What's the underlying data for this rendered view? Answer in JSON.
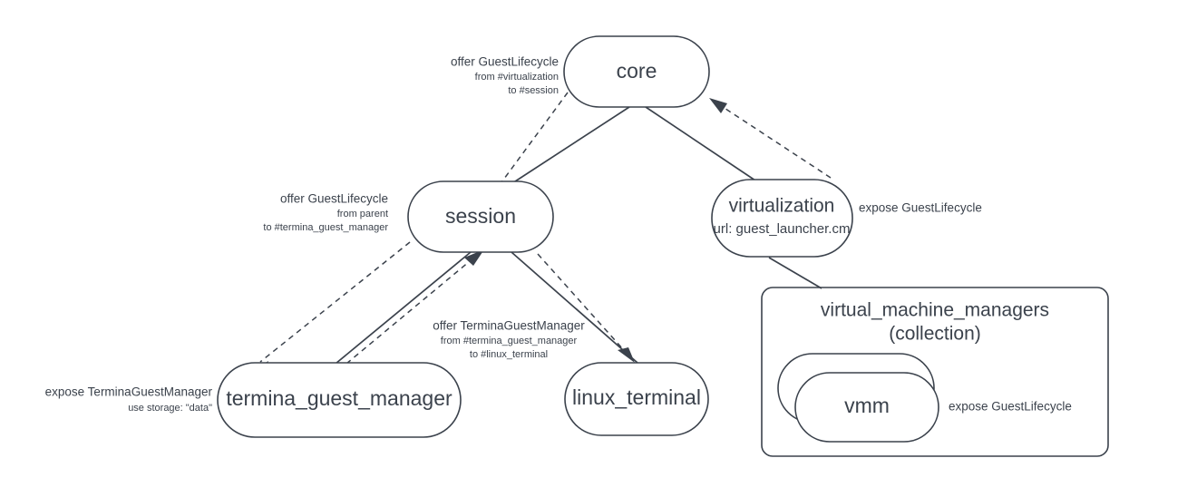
{
  "diagram": {
    "type": "component-topology",
    "title": "",
    "colors": {
      "stroke": "#3b424c",
      "text": "#3b424c",
      "background": "#ffffff"
    },
    "nodes": [
      {
        "id": "core",
        "label": "core",
        "sub": "",
        "shape": "stadium"
      },
      {
        "id": "session",
        "label": "session",
        "sub": "",
        "shape": "stadium"
      },
      {
        "id": "virtualization",
        "label": "virtualization",
        "sub": "url: guest_launcher.cm",
        "shape": "stadium"
      },
      {
        "id": "termina_guest_manager",
        "label": "termina_guest_manager",
        "sub": "",
        "shape": "stadium"
      },
      {
        "id": "linux_terminal",
        "label": "linux_terminal",
        "sub": "",
        "shape": "stadium"
      },
      {
        "id": "vmm",
        "label": "vmm",
        "sub": "",
        "shape": "stacked-stadium"
      }
    ],
    "groups": [
      {
        "id": "virtual_machine_managers",
        "label_line1": "virtual_machine_managers",
        "label_line2": "(collection)"
      }
    ],
    "edges": [
      {
        "from": "core",
        "to": "session",
        "style": "solid",
        "arrow": false
      },
      {
        "from": "core",
        "to": "virtualization",
        "style": "solid",
        "arrow": false
      },
      {
        "from": "session",
        "to": "termina_guest_manager",
        "style": "solid",
        "arrow": false
      },
      {
        "from": "session",
        "to": "linux_terminal",
        "style": "solid",
        "arrow": false
      },
      {
        "from": "virtualization",
        "to": "virtual_machine_managers",
        "style": "solid",
        "arrow": false
      },
      {
        "from": "virtualization",
        "to": "core",
        "style": "dashed",
        "arrow": true
      },
      {
        "from": "core",
        "to": "session",
        "style": "dashed",
        "arrow": false
      },
      {
        "from": "session",
        "to": "termina_guest_manager",
        "style": "dashed",
        "arrow": true
      },
      {
        "from": "termina_guest_manager",
        "to": "session",
        "style": "dashed",
        "arrow": true
      },
      {
        "from": "session",
        "to": "linux_terminal",
        "style": "dashed",
        "arrow": true
      }
    ],
    "annotations": [
      {
        "id": "offer-guestlifecycle-core",
        "align": "end",
        "lines": [
          {
            "text": "offer GuestLifecycle",
            "emphasis": "main"
          },
          {
            "text": "from #virtualization",
            "emphasis": "sub"
          },
          {
            "text": "to #session",
            "emphasis": "sub"
          }
        ]
      },
      {
        "id": "offer-guestlifecycle-session",
        "align": "end",
        "lines": [
          {
            "text": "offer GuestLifecycle",
            "emphasis": "main"
          },
          {
            "text": "from parent",
            "emphasis": "sub"
          },
          {
            "text": "to #termina_guest_manager",
            "emphasis": "sub"
          }
        ]
      },
      {
        "id": "expose-guestlifecycle-virtualization",
        "align": "start",
        "lines": [
          {
            "text": "expose GuestLifecycle",
            "emphasis": "main"
          }
        ]
      },
      {
        "id": "offer-terminaguestmanager",
        "align": "middle",
        "lines": [
          {
            "text": "offer TerminaGuestManager",
            "emphasis": "main"
          },
          {
            "text": "from #termina_guest_manager",
            "emphasis": "sub"
          },
          {
            "text": "to #linux_terminal",
            "emphasis": "sub"
          }
        ]
      },
      {
        "id": "expose-terminaguestmanager",
        "align": "end",
        "lines": [
          {
            "text": "expose TerminaGuestManager",
            "emphasis": "main"
          },
          {
            "text": "use storage: \"data\"",
            "emphasis": "sub"
          }
        ]
      },
      {
        "id": "expose-guestlifecycle-vmm",
        "align": "start",
        "lines": [
          {
            "text": "expose GuestLifecycle",
            "emphasis": "main"
          }
        ]
      }
    ]
  }
}
